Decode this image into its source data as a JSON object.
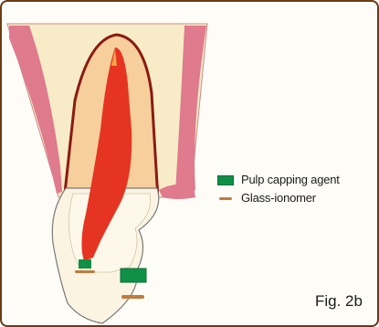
{
  "figure": {
    "label": "Fig. 2b"
  },
  "legend": {
    "items": [
      {
        "label": "Pulp capping agent",
        "swatch": "box",
        "color": "#0e9146"
      },
      {
        "label": "Glass-ionomer",
        "swatch": "line",
        "color": "#c27a3c"
      }
    ]
  },
  "colors": {
    "bone": "#f7ecc7",
    "gingiva": "#e07a8d",
    "dentin": "#f6cf9c",
    "pulp": "#e53522",
    "enamel_outline": "#8b1a12",
    "pulp_capping_agent": "#0e9146",
    "glass_ionomer": "#c27a3c"
  }
}
